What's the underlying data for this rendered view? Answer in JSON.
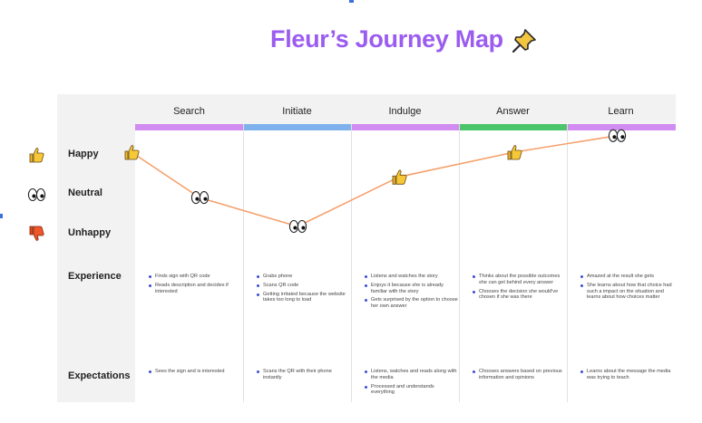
{
  "title": "Fleur’s Journey Map",
  "stages": [
    "Search",
    "Initiate",
    "Indulge",
    "Answer",
    "Learn"
  ],
  "stage_colors": [
    "#d08cf0",
    "#7fb2ec",
    "#d08cf0",
    "#4cc46a",
    "#d08cf0"
  ],
  "rows": {
    "happy": "Happy",
    "neutral": "Neutral",
    "unhappy": "Unhappy",
    "experience": "Experience",
    "expectations": "Expectations"
  },
  "emotion_curve": [
    {
      "stage": "Search",
      "emotion": "Happy",
      "level": 1.0,
      "icon": "thumbs-up-icon"
    },
    {
      "stage": "Search",
      "emotion": "Neutral",
      "level": 0.45,
      "icon": "eyes-icon"
    },
    {
      "stage": "Initiate",
      "emotion": "Unhappy",
      "level": 0.1,
      "icon": "eyes-icon"
    },
    {
      "stage": "Indulge",
      "emotion": "Happy",
      "level": 0.7,
      "icon": "thumbs-up-icon"
    },
    {
      "stage": "Answer",
      "emotion": "Happy",
      "level": 1.0,
      "icon": "thumbs-up-icon"
    },
    {
      "stage": "Learn",
      "emotion": "Happy",
      "level": 1.2,
      "icon": "eyes-icon"
    }
  ],
  "line_color": "#f5a06a",
  "experience": [
    [
      "Finds sign with QR code",
      "Reads description and decides if interested"
    ],
    [
      "Grabs phone",
      "Scans QR code",
      "Getting irritated because the website takes too long to load"
    ],
    [
      "Listens and watches the story",
      "Enjoys it because she is already familiar with the story",
      "Gets surprised by the option to choose her own answer"
    ],
    [
      "Thinks about the possible outcomes she can get behind every answer",
      "Chooses the decision she would've chosen if she was there"
    ],
    [
      "Amazed at the result she gets",
      "She learns about how that choice had such a impact on the situation and learns about how choices matter"
    ]
  ],
  "expectations": [
    [
      "Sees the sign and is interested"
    ],
    [
      "Scans the QR with their phone instantly"
    ],
    [
      "Listens, watches and reads along with the media",
      "Processed and understands everything"
    ],
    [
      "Chooses answers based on previous information and opinions"
    ],
    [
      "Learns about the message the media was trying to teach"
    ]
  ]
}
